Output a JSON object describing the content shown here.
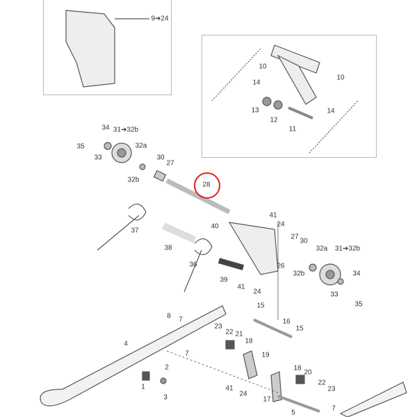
{
  "diagram": {
    "highlight_color": "#e02020",
    "highlighted_callout": "28",
    "inset_top_label": "9➔24",
    "callouts": [
      {
        "id": "c10a",
        "text": "10"
      },
      {
        "id": "c10b",
        "text": "10"
      },
      {
        "id": "c14a",
        "text": "14"
      },
      {
        "id": "c14b",
        "text": "14"
      },
      {
        "id": "c13",
        "text": "13"
      },
      {
        "id": "c12",
        "text": "12"
      },
      {
        "id": "c11",
        "text": "11"
      },
      {
        "id": "c34a",
        "text": "34"
      },
      {
        "id": "c35a",
        "text": "35"
      },
      {
        "id": "c31a",
        "text": "31➔32b"
      },
      {
        "id": "c32aa",
        "text": "32a"
      },
      {
        "id": "c33a",
        "text": "33"
      },
      {
        "id": "c30a",
        "text": "30"
      },
      {
        "id": "c27a",
        "text": "27"
      },
      {
        "id": "c32ba",
        "text": "32b"
      },
      {
        "id": "c28",
        "text": "28"
      },
      {
        "id": "c41a",
        "text": "41"
      },
      {
        "id": "c24a",
        "text": "24"
      },
      {
        "id": "c40",
        "text": "40"
      },
      {
        "id": "c37",
        "text": "37"
      },
      {
        "id": "c38",
        "text": "38"
      },
      {
        "id": "c36",
        "text": "36"
      },
      {
        "id": "c39",
        "text": "39"
      },
      {
        "id": "c41b",
        "text": "41"
      },
      {
        "id": "c24b",
        "text": "24"
      },
      {
        "id": "c27b",
        "text": "27"
      },
      {
        "id": "c30b",
        "text": "30"
      },
      {
        "id": "c32ab",
        "text": "32a"
      },
      {
        "id": "c31b",
        "text": "31➔32b"
      },
      {
        "id": "c26",
        "text": "26"
      },
      {
        "id": "c32bb",
        "text": "32b"
      },
      {
        "id": "c34b",
        "text": "34"
      },
      {
        "id": "c33b",
        "text": "33"
      },
      {
        "id": "c35b",
        "text": "35"
      },
      {
        "id": "c15a",
        "text": "15"
      },
      {
        "id": "c16",
        "text": "16"
      },
      {
        "id": "c15b",
        "text": "15"
      },
      {
        "id": "c8",
        "text": "8"
      },
      {
        "id": "c7a",
        "text": "7"
      },
      {
        "id": "c23a",
        "text": "23"
      },
      {
        "id": "c22a",
        "text": "22"
      },
      {
        "id": "c21",
        "text": "21"
      },
      {
        "id": "c18a",
        "text": "18"
      },
      {
        "id": "c4",
        "text": "4"
      },
      {
        "id": "c7b",
        "text": "7"
      },
      {
        "id": "c19",
        "text": "19"
      },
      {
        "id": "c2",
        "text": "2"
      },
      {
        "id": "c1",
        "text": "1"
      },
      {
        "id": "c3",
        "text": "3"
      },
      {
        "id": "c18b",
        "text": "18"
      },
      {
        "id": "c20",
        "text": "20"
      },
      {
        "id": "c22b",
        "text": "22"
      },
      {
        "id": "c23b",
        "text": "23"
      },
      {
        "id": "c41c",
        "text": "41"
      },
      {
        "id": "c24c",
        "text": "24"
      },
      {
        "id": "c17",
        "text": "17"
      },
      {
        "id": "c5",
        "text": "5"
      },
      {
        "id": "c7c",
        "text": "7"
      }
    ]
  }
}
